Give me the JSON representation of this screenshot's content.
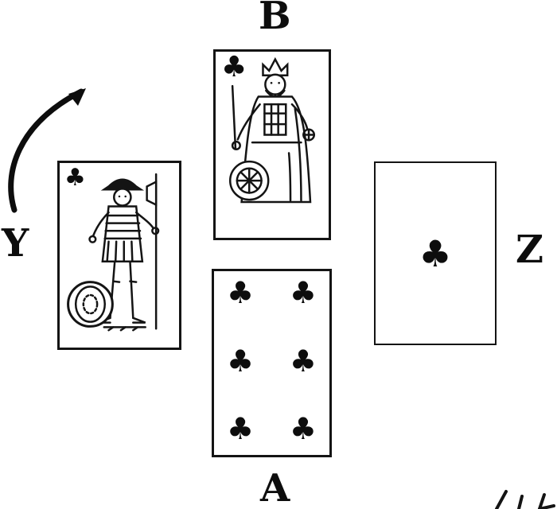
{
  "figure": {
    "description": "Card-play diagram of one trick, four hands labelled A, B, Y, Z",
    "suit": "clubs",
    "suit_symbol": "♣",
    "positions": {
      "top": {
        "label": "B",
        "card": {
          "name": "King of Clubs",
          "rank": "King",
          "style": "court card, king figure with crown, scepter and round ornament"
        }
      },
      "left": {
        "label": "Y",
        "card": {
          "name": "Jack of Clubs",
          "rank": "Jack",
          "style": "court card, standing knave with halberd and round shield"
        }
      },
      "right": {
        "label": "Z",
        "card": {
          "name": "Ace of Clubs",
          "rank": "Ace",
          "pip_count": 1
        }
      },
      "bottom": {
        "label": "A",
        "card": {
          "name": "Six of Clubs",
          "rank": "Six",
          "pip_count": 6,
          "pip_layout": "two columns of three"
        }
      }
    },
    "arrow": {
      "shape": "curved",
      "direction": "up-right",
      "meaning": "direction of play from Y toward B"
    }
  }
}
